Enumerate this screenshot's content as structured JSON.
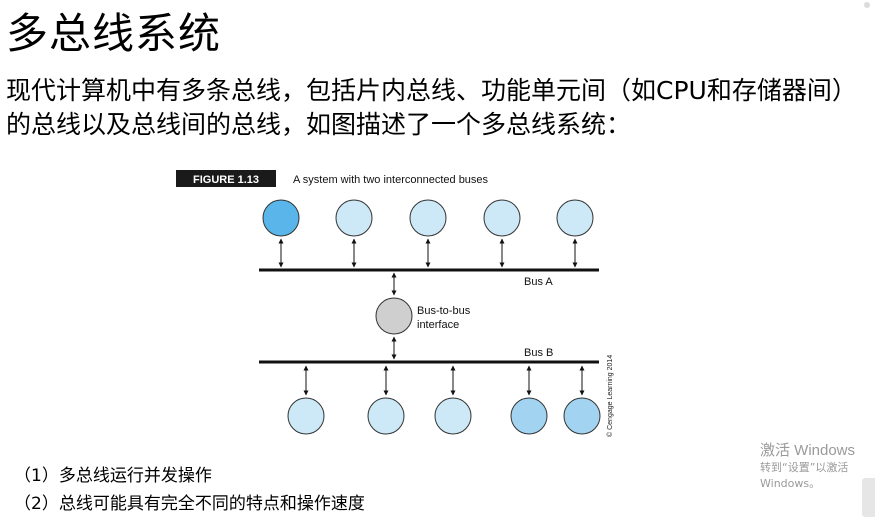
{
  "slide": {
    "title": "多总线系统",
    "intro": "现代计算机中有多条总线，包括片内总线、功能单元间（如CPU和存储器间）的总线以及总线间的总线，如图描述了一个多总线系统："
  },
  "figure": {
    "tag": "FIGURE 1.13",
    "caption": "A system with two interconnected buses",
    "bus_a_label": "Bus A",
    "bus_b_label": "Bus B",
    "bridge_label_line1": "Bus-to-bus",
    "bridge_label_line2": "interface",
    "copyright": "© Cengage Learning 2014",
    "colors": {
      "light_node": "#cde9f7",
      "dark_node": "#5ab6ea",
      "mid_node": "#a2d4f2",
      "bridge": "#cfcfcf",
      "tag_bg": "#1a1a1a"
    }
  },
  "points": [
    "（1）多总线运行并发操作",
    "（2）总线可能具有完全不同的特点和操作速度"
  ],
  "watermark": {
    "line1": "激活 Windows",
    "line2": "转到“设置”以激活 Windows。"
  }
}
